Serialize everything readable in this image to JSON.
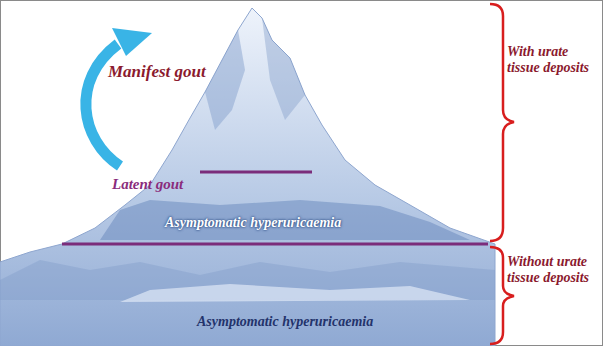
{
  "diagram": {
    "labels": [
      "Manifest gout",
      "Latent gout",
      "Asymptomatic hyperuricaemia",
      "Asymptomatic hyperuricaemia",
      "With urate tissue deposits",
      "Without urate tissue deposits"
    ]
  }
}
